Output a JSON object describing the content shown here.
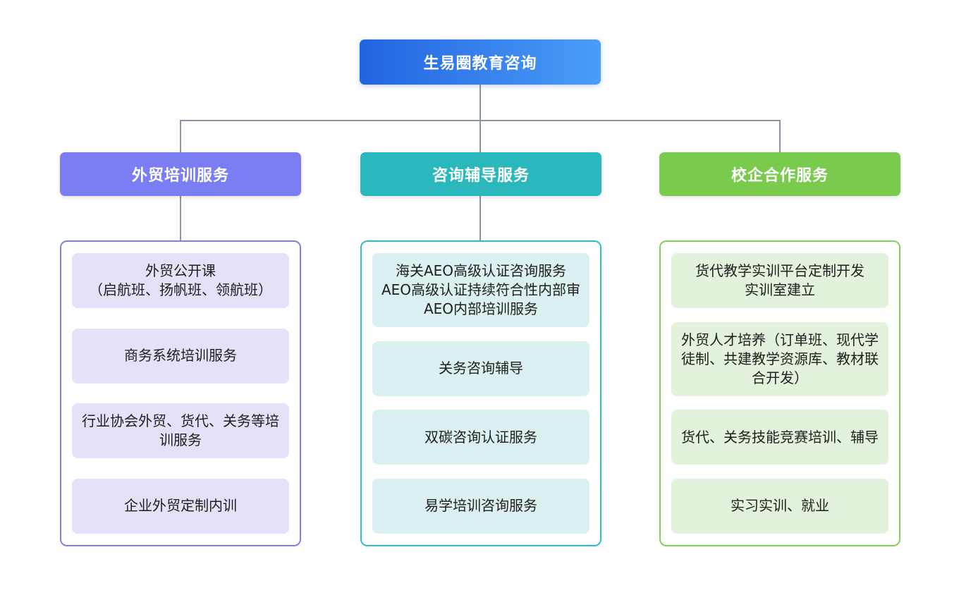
{
  "root": {
    "label": "生易圈教育咨询"
  },
  "branches": [
    {
      "label": "外贸培训服务",
      "items": [
        {
          "lines": [
            "外贸公开课",
            "（启航班、扬帆班、领航班）"
          ]
        },
        {
          "lines": [
            "商务系统培训服务"
          ]
        },
        {
          "lines": [
            "行业协会外贸、货代、关务等培",
            "训服务"
          ]
        },
        {
          "lines": [
            "企业外贸定制内训"
          ]
        }
      ]
    },
    {
      "label": "咨询辅导服务",
      "items": [
        {
          "lines": [
            "海关AEO高级认证咨询服务",
            "AEO高级认证持续符合性内部审",
            "AEO内部培训服务"
          ]
        },
        {
          "lines": [
            "关务咨询辅导"
          ]
        },
        {
          "lines": [
            "双碳咨询认证服务"
          ]
        },
        {
          "lines": [
            "易学培训咨询服务"
          ]
        }
      ]
    },
    {
      "label": "校企合作服务",
      "items": [
        {
          "lines": [
            "货代教学实训平台定制开发",
            "实训室建立"
          ]
        },
        {
          "lines": [
            "外贸人才培养（订单班、现代学",
            "徒制、共建教学资源库、教材联",
            "合开发）"
          ]
        },
        {
          "lines": [
            "货代、关务技能竞赛培训、辅导"
          ]
        },
        {
          "lines": [
            "实习实训、就业"
          ]
        }
      ]
    }
  ],
  "colors": {
    "root_gradient_from": "#2264E0",
    "root_gradient_to": "#4A9DF8",
    "branch1_header": "#7B7EF2",
    "branch1_border": "#7D7DF2",
    "branch1_item_bg": "#E4E2F8",
    "branch2_header": "#2AB8BD",
    "branch2_border": "#2FBFC5",
    "branch2_item_bg": "#DBF0F1",
    "branch3_header": "#7ACB4D",
    "branch3_border": "#84CE5A",
    "branch3_item_bg": "#E2F2DC",
    "connector": "#8B95A5",
    "text": "#1E1E1E"
  }
}
